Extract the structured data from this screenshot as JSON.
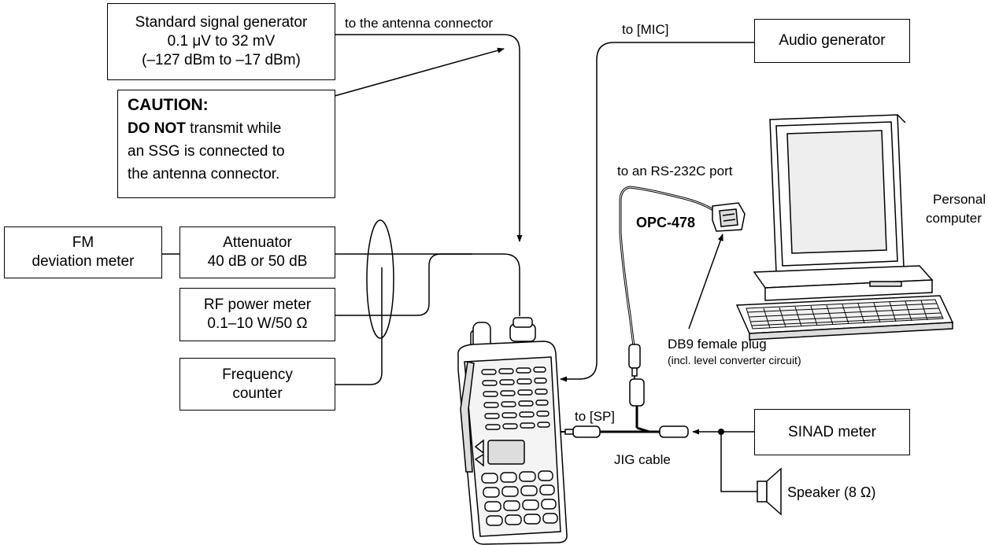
{
  "boxes": {
    "ssg": {
      "line1": "Standard signal generator",
      "line2": "0.1 μV to 32 mV",
      "line3": "(–127 dBm to –17 dBm)"
    },
    "caution": {
      "heading": "CAUTION:",
      "bold_part": "DO NOT",
      "line1_rest": " transmit while",
      "line2": "an SSG is connected to",
      "line3": "the antenna connector."
    },
    "fm_deviation_meter": {
      "line1": "FM",
      "line2": "deviation meter"
    },
    "attenuator": {
      "line1": "Attenuator",
      "line2": "40 dB or 50 dB"
    },
    "rf_power_meter": {
      "line1": "RF power meter",
      "line2": "0.1–10 W/50 Ω"
    },
    "frequency_counter": {
      "line1": "Frequency",
      "line2": "counter"
    },
    "audio_generator": {
      "label": "Audio generator"
    },
    "sinad_meter": {
      "label": "SINAD meter"
    }
  },
  "labels": {
    "to_antenna": "to the antenna connector",
    "to_mic": "to [MIC]",
    "to_rs232c": "to an RS-232C port",
    "opc478": "OPC-478",
    "personal_computer_line1": "Personal",
    "personal_computer_line2": "computer",
    "db9_line1": "DB9 female plug",
    "db9_line2": "(incl. level converter circuit)",
    "to_sp": "to [SP]",
    "jig_cable": "JIG cable",
    "speaker": "Speaker (8 Ω)"
  }
}
